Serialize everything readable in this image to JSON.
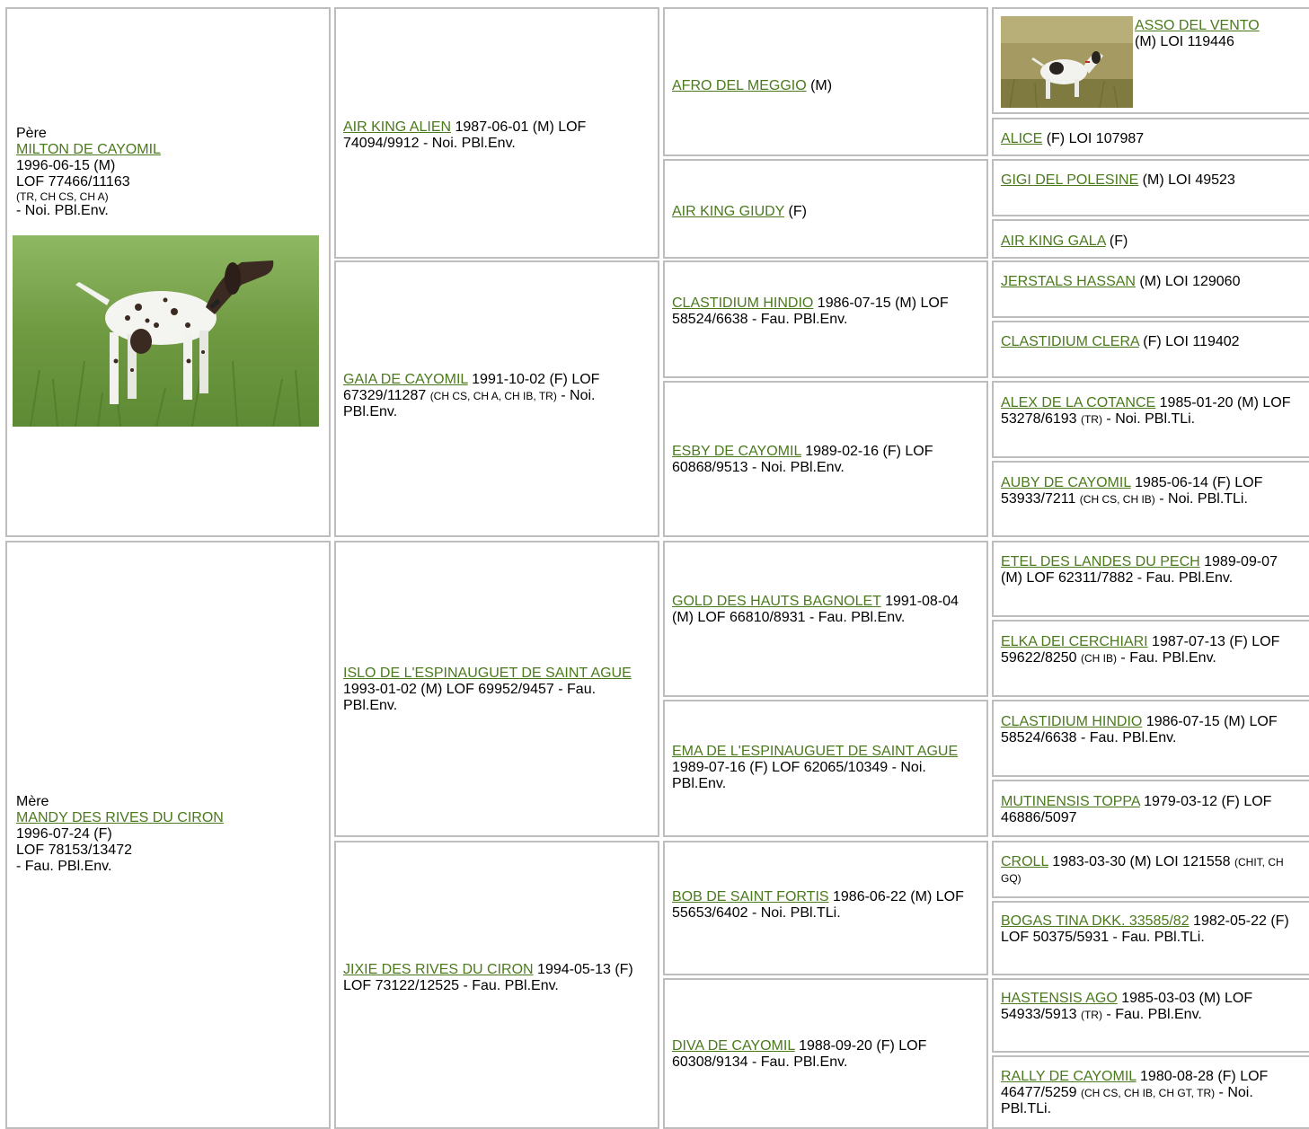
{
  "sire": {
    "label": "Père",
    "name": "MILTON DE CAYOMIL",
    "born": "1996-06-15 (M)",
    "reg": "LOF 77466/11163",
    "titles": "(TR, CH CS, CH A)",
    "tail": "- Noi. PBl.Env."
  },
  "dam": {
    "label": "Mère",
    "name": "MANDY DES RIVES DU CIRON",
    "born": "1996-07-24 (F)",
    "reg": "LOF 78153/13472",
    "tail": "- Fau. PBl.Env."
  },
  "g2": [
    {
      "name": "AIR KING ALIEN",
      "a": " 1987-06-01 (M) LOF 74094/9912 - Noi. PBl.Env."
    },
    {
      "name": "GAIA DE CAYOMIL",
      "a": " 1991-10-02 (F) LOF 67329/11287 ",
      "t": "(CH CS, CH A, CH IB, TR)",
      "b": " - Noi. PBl.Env."
    },
    {
      "name": "ISLO DE L'ESPINAUGUET DE SAINT AGUE",
      "a": " 1993-01-02 (M) LOF 69952/9457 - Fau. PBl.Env."
    },
    {
      "name": "JIXIE DES RIVES DU CIRON",
      "a": " 1994-05-13 (F) LOF 73122/12525 - Fau. PBl.Env."
    }
  ],
  "g3": [
    {
      "name": "AFRO DEL MEGGIO",
      "a": " (M)"
    },
    {
      "name": "AIR KING GIUDY",
      "a": " (F)"
    },
    {
      "name": "CLASTIDIUM HINDIO",
      "a": " 1986-07-15 (M) LOF 58524/6638 - Fau. PBl.Env."
    },
    {
      "name": "ESBY DE CAYOMIL",
      "a": " 1989-02-16 (F) LOF 60868/9513 - Noi. PBl.Env."
    },
    {
      "name": "GOLD DES HAUTS BAGNOLET",
      "a": " 1991-08-04 (M) LOF 66810/8931 - Fau. PBl.Env."
    },
    {
      "name": "EMA DE L'ESPINAUGUET DE SAINT AGUE",
      "a": " 1989-07-16 (F) LOF 62065/10349 - Noi. PBl.Env."
    },
    {
      "name": "BOB DE SAINT FORTIS",
      "a": " 1986-06-22 (M) LOF 55653/6402 - Noi. PBl.TLi."
    },
    {
      "name": "DIVA DE CAYOMIL",
      "a": " 1988-09-20 (F) LOF 60308/9134 - Fau. PBl.Env."
    }
  ],
  "g4": [
    {
      "name": "ASSO DEL VENTO",
      "a": " (M) LOI 119446"
    },
    {
      "name": "ALICE",
      "a": " (F) LOI 107987"
    },
    {
      "name": "GIGI DEL POLESINE",
      "a": " (M) LOI 49523"
    },
    {
      "name": "AIR KING GALA",
      "a": " (F)"
    },
    {
      "name": "JERSTALS HASSAN",
      "a": " (M) LOI 129060"
    },
    {
      "name": "CLASTIDIUM CLERA",
      "a": " (F) LOI 119402"
    },
    {
      "name": "ALEX DE LA COTANCE",
      "a": " 1985-01-20 (M) LOF 53278/6193 ",
      "t": "(TR)",
      "b": " - Noi. PBl.TLi."
    },
    {
      "name": "AUBY DE CAYOMIL",
      "a": " 1985-06-14 (F) LOF 53933/7211 ",
      "t": "(CH CS, CH IB)",
      "b": " - Noi. PBl.TLi."
    },
    {
      "name": "ETEL DES LANDES DU PECH",
      "a": " 1989-09-07 (M) LOF 62311/7882 - Fau. PBl.Env."
    },
    {
      "name": "ELKA DEI CERCHIARI",
      "a": " 1987-07-13 (F) LOF 59622/8250 ",
      "t": "(CH IB)",
      "b": " - Fau. PBl.Env."
    },
    {
      "name": "CLASTIDIUM HINDIO",
      "a": " 1986-07-15 (M) LOF 58524/6638 - Fau. PBl.Env."
    },
    {
      "name": "MUTINENSIS TOPPA",
      "a": " 1979-03-12 (F) LOF 46886/5097"
    },
    {
      "name": "CROLL",
      "a": " 1983-03-30 (M) LOI 121558 ",
      "t": "(CHIT, CH GQ)"
    },
    {
      "name": "BOGAS TINA DKK. 33585/82",
      "a": " 1982-05-22 (F) LOF 50375/5931 - Fau. PBl.TLi."
    },
    {
      "name": "HASTENSIS AGO",
      "a": " 1985-03-03 (M) LOF 54933/5913 ",
      "t": "(TR)",
      "b": " - Fau. PBl.Env."
    },
    {
      "name": "RALLY DE CAYOMIL",
      "a": " 1980-08-28 (F) LOF 46477/5259 ",
      "t": "(CH CS, CH IB, CH GT, TR)",
      "b": " - Noi. PBl.TLi."
    }
  ]
}
